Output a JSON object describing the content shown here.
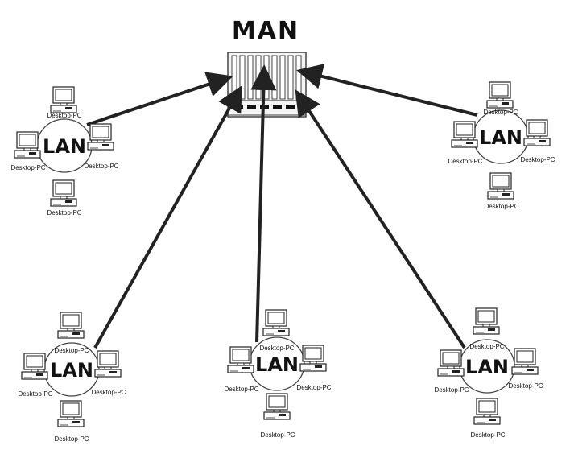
{
  "diagram": {
    "title": "MAN",
    "colors": {
      "line": "#222222",
      "background": "#ffffff"
    },
    "lans": [
      {
        "label": "LAN",
        "computers": [
          "Desktop-PC",
          "Desktop-PC",
          "Desktop-PC",
          "Desktop-PC"
        ]
      },
      {
        "label": "LAN",
        "computers": [
          "Desktop-PC",
          "Desktop-PC",
          "Desktop-PC",
          "Desktop-PC"
        ]
      },
      {
        "label": "LAN",
        "computers": [
          "Desktop-PC",
          "Desktop-PC",
          "Desktop-PC",
          "Desktop-PC"
        ]
      },
      {
        "label": "LAN",
        "computers": [
          "Desktop-PC",
          "Desktop-PC",
          "Desktop-PC",
          "Desktop-PC"
        ]
      },
      {
        "label": "LAN",
        "computers": [
          "Desktop-PC",
          "Desktop-PC",
          "Desktop-PC",
          "Desktop-PC"
        ]
      }
    ],
    "icons": {
      "hub": "man-switch-icon",
      "computer": "desktop-pc-icon"
    }
  }
}
